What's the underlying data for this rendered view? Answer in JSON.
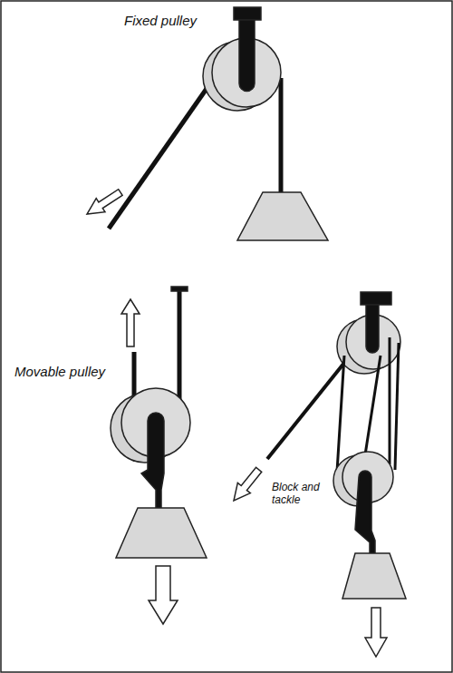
{
  "diagram": {
    "labels": [
      "Fixed pulley",
      "Movable pulley",
      "Block and tackle"
    ]
  }
}
